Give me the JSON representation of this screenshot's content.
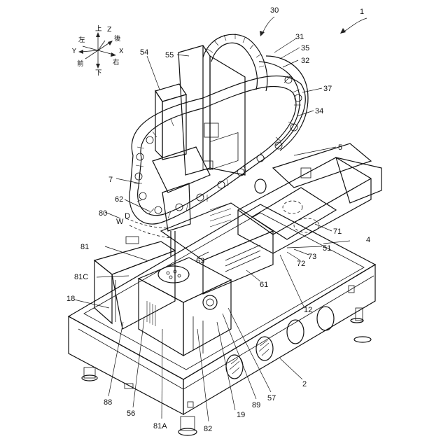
{
  "compass": {
    "up": "上",
    "z": "Z",
    "back": "後",
    "left": "左",
    "y": "Y",
    "x": "X",
    "front": "前",
    "right": "右",
    "down": "下"
  },
  "labels": [
    "1",
    "30",
    "31",
    "35",
    "32",
    "37",
    "34",
    "5",
    "54",
    "55",
    "7",
    "62",
    "80",
    "W",
    "D",
    "81",
    "81C",
    "18",
    "63",
    "61",
    "12",
    "71",
    "51",
    "4",
    "72",
    "73",
    "88",
    "56",
    "81A",
    "82",
    "19",
    "89",
    "57",
    "2"
  ]
}
